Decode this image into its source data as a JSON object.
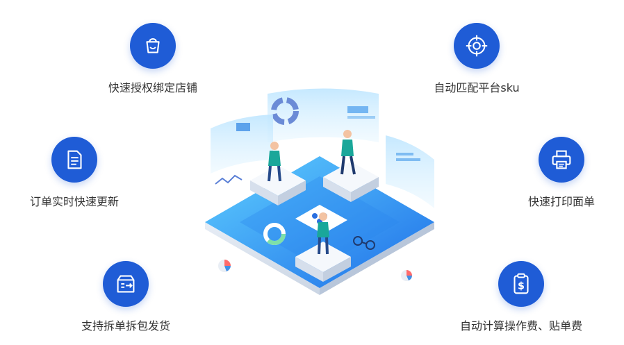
{
  "colors": {
    "icon_bg": "#1f5cd6",
    "text": "#333333",
    "accent_light": "#3fb3f5"
  },
  "features": [
    {
      "label": "快速授权绑定店铺",
      "icon": "shopping-bag-icon"
    },
    {
      "label": "自动匹配平台sku",
      "icon": "crosshair-target-icon"
    },
    {
      "label": "订单实时快速更新",
      "icon": "document-icon"
    },
    {
      "label": "快速打印面单",
      "icon": "printer-icon"
    },
    {
      "label": "支持拆单拆包发货",
      "icon": "inbox-transfer-icon"
    },
    {
      "label": "自动计算操作费、贴单费",
      "icon": "dollar-receipt-icon"
    }
  ]
}
